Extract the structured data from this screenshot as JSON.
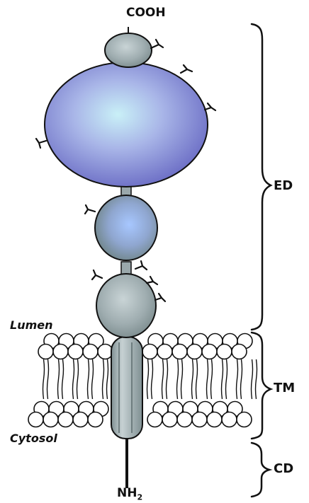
{
  "labels": {
    "cooh": "COOH",
    "lumen": "Lumen",
    "cytosol": "Cytosol",
    "nh2_main": "NH",
    "nh2_sub": "2"
  },
  "domains": {
    "ed": "ED",
    "tm": "TM",
    "cd": "CD"
  },
  "colors": {
    "domain_large": "#8d8fd8",
    "domain_medium": "#9db4e0",
    "domain_small": "#a7b1b4",
    "helix": "#a8b5b8",
    "lipid_head": "#ffffff",
    "stroke": "#111111"
  }
}
